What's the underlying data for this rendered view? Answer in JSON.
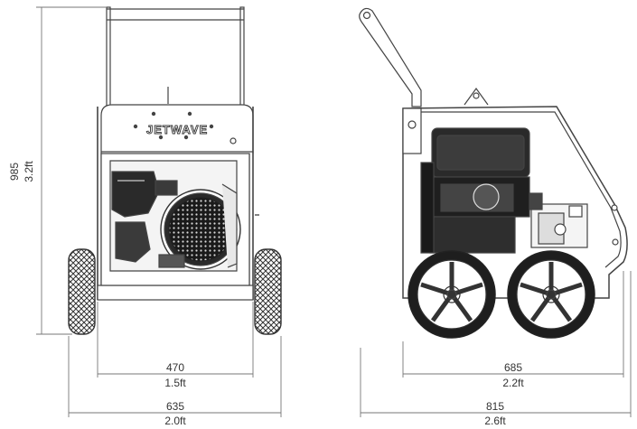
{
  "brand": {
    "logo_text": "JETWAVE"
  },
  "front_view": {
    "height": {
      "mm": "985",
      "ft": "3.2ft"
    },
    "frame_width": {
      "mm": "470",
      "ft": "1.5ft"
    },
    "overall_width": {
      "mm": "635",
      "ft": "2.0ft"
    }
  },
  "side_view": {
    "frame_length": {
      "mm": "685",
      "ft": "2.2ft"
    },
    "overall_length": {
      "mm": "815",
      "ft": "2.6ft"
    }
  },
  "colors": {
    "line": "#444444",
    "dim_line": "#777777",
    "dark": "#222222",
    "text": "#333333"
  }
}
